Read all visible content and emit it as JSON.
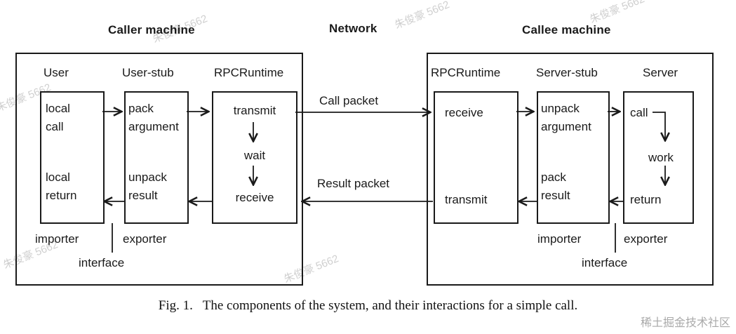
{
  "header": {
    "caller_machine": "Caller machine",
    "network": "Network",
    "callee_machine": "Callee machine"
  },
  "packets": {
    "call": "Call packet",
    "result": "Result packet"
  },
  "caller": {
    "user": {
      "title": "User",
      "top": "local\ncall",
      "bottom": "local\nreturn"
    },
    "user_stub": {
      "title": "User-stub",
      "top": "pack\nargument",
      "bottom": "unpack\nresult"
    },
    "rpcruntime": {
      "title": "RPCRuntime",
      "steps": [
        "transmit",
        "wait",
        "receive"
      ]
    },
    "importer": "importer",
    "exporter": "exporter",
    "interface": "interface"
  },
  "callee": {
    "rpcruntime": {
      "title": "RPCRuntime",
      "top": "receive",
      "bottom": "transmit"
    },
    "server_stub": {
      "title": "Server-stub",
      "top": "unpack\nargument",
      "bottom": "pack\nresult"
    },
    "server": {
      "title": "Server",
      "steps": [
        "call",
        "work",
        "return"
      ]
    },
    "importer": "importer",
    "exporter": "exporter",
    "interface": "interface"
  },
  "caption": "Fig. 1.   The components of the system, and their interactions for a simple call.",
  "watermarks": {
    "text": "朱俊豪 5662",
    "brand": "稀土掘金技术社区"
  },
  "colors": {
    "ink": "#1a1a1a",
    "watermark": "#b9b9b9"
  }
}
